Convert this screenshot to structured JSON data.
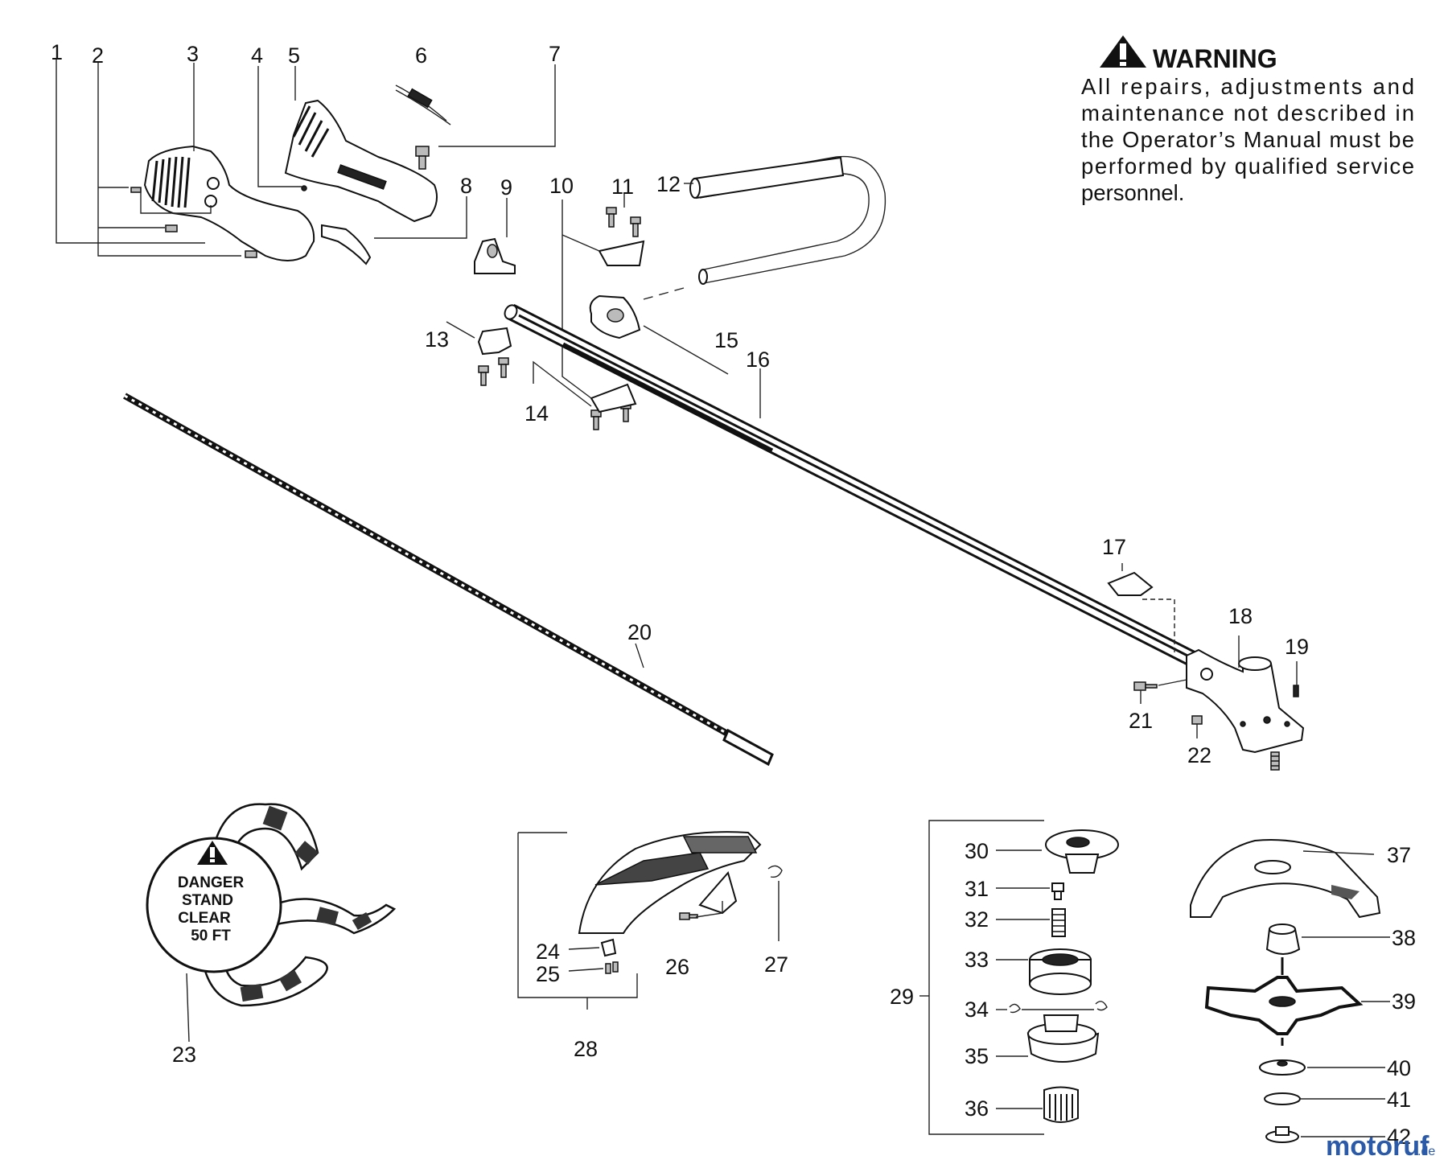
{
  "warning": {
    "title": "WARNING",
    "lines": [
      "All repairs, adjustments and",
      "maintenance not described in",
      "the Operator’s Manual must be",
      "performed by qualified  service",
      "personnel."
    ]
  },
  "danger_label": {
    "lines": [
      "DANGER",
      "STAND",
      "CLEAR",
      "50 FT"
    ]
  },
  "callouts": {
    "n1": "1",
    "n2": "2",
    "n3": "3",
    "n4": "4",
    "n5": "5",
    "n6": "6",
    "n7": "7",
    "n8": "8",
    "n9": "9",
    "n10": "10",
    "n11": "11",
    "n12": "12",
    "n13": "13",
    "n14": "14",
    "n15": "15",
    "n16": "16",
    "n17": "17",
    "n18": "18",
    "n19": "19",
    "n20": "20",
    "n21": "21",
    "n22": "22",
    "n23": "23",
    "n24": "24",
    "n25": "25",
    "n26": "26",
    "n27": "27",
    "n28": "28",
    "n29": "29",
    "n30": "30",
    "n31": "31",
    "n32": "32",
    "n33": "33",
    "n34": "34",
    "n35": "35",
    "n36": "36",
    "n37": "37",
    "n38": "38",
    "n39": "39",
    "n40": "40",
    "n41": "41",
    "n42": "42"
  },
  "watermark": {
    "main": "motoruf",
    "suffix": ".de"
  },
  "colors": {
    "line": "#222222",
    "watermark_blue": "#2a5aa8",
    "watermark_orange": "#e07a1a"
  }
}
